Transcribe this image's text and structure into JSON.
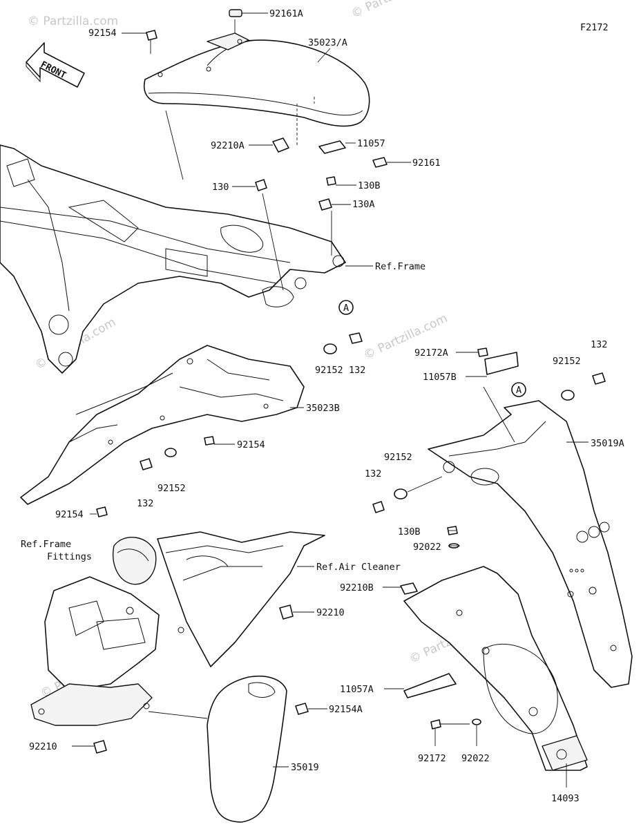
{
  "diagram_code": "F2172",
  "front_label": "FRONT",
  "watermark": "© Partzilla.com",
  "callout_A": "A",
  "labels": {
    "p92161A": "92161A",
    "p92154_top": "92154",
    "p35023A": "35023/A",
    "p92210A": "92210A",
    "p11057": "11057",
    "p92161": "92161",
    "p130": "130",
    "p130B_top": "130B",
    "p130A": "130A",
    "ref_frame_top": "Ref.Frame",
    "p92152_mid": "92152",
    "p132_mid": "132",
    "p35023B": "35023B",
    "p92154_mid": "92154",
    "p92152_low": "92152",
    "p132_low": "132",
    "p92154_left": "92154",
    "p92172A": "92172A",
    "p11057B": "11057B",
    "p132_right": "132",
    "p92152_right": "92152",
    "p35019A": "35019A",
    "p92152_r2": "92152",
    "p132_r2": "132",
    "p130B_right": "130B",
    "p92022_top": "92022",
    "p92210B": "92210B",
    "ref_frame_fittings_1": "Ref.Frame",
    "ref_frame_fittings_2": "Fittings",
    "ref_air_cleaner": "Ref.Air Cleaner",
    "p92210": "92210",
    "p92154A": "92154A",
    "p35019": "35019",
    "p92210_left": "92210",
    "p11057A": "11057A",
    "p92172": "92172",
    "p92022_bottom": "92022",
    "p14093": "14093"
  }
}
